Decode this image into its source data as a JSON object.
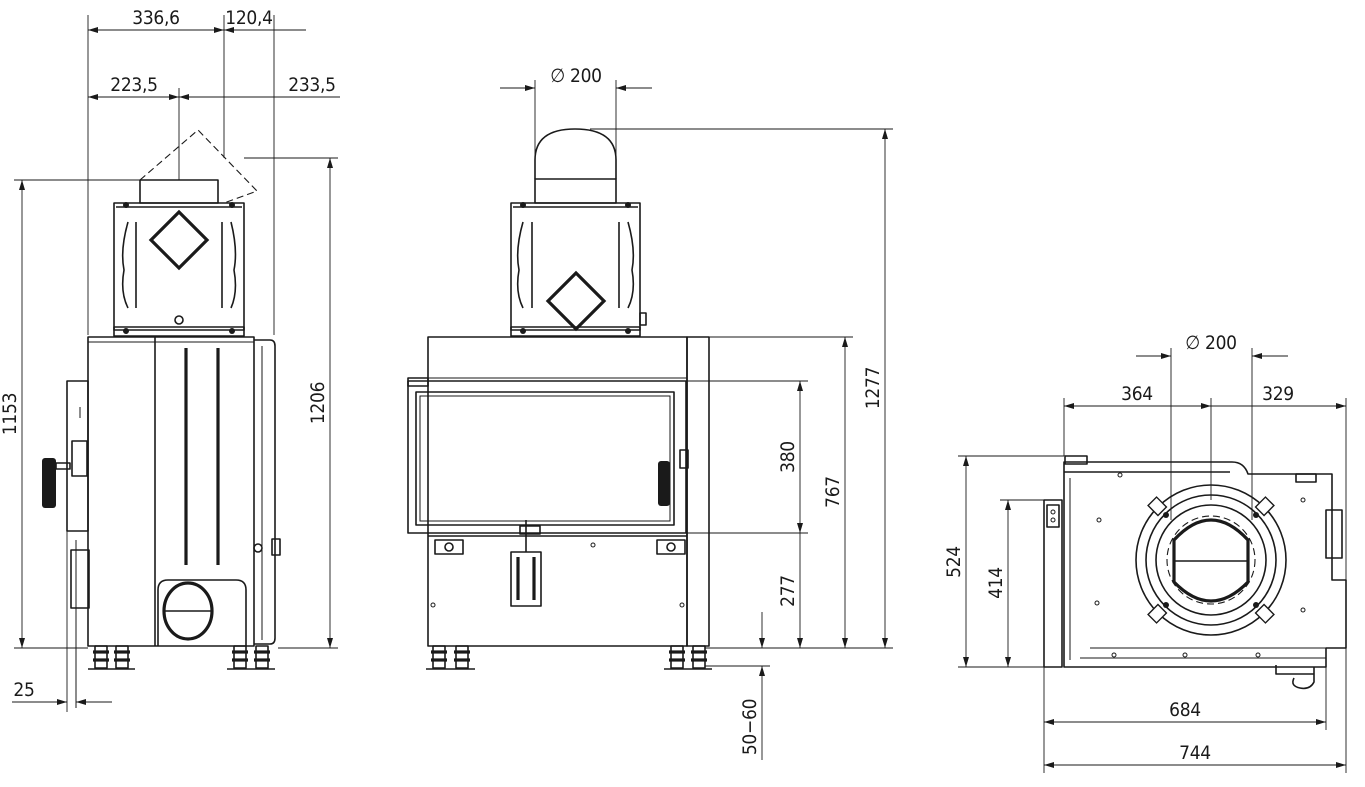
{
  "dimensions": {
    "side_view": {
      "top_left": "336,6",
      "top_right": "120,4",
      "mid_left": "223,5",
      "mid_right": "233,5",
      "height_total": "1153",
      "height_outlet": "1206",
      "foot_offset": "25"
    },
    "front_view": {
      "outlet_diameter": "∅ 200",
      "door_height": "380",
      "door_sill": "277",
      "body_height": "767",
      "total_height": "1277",
      "foot_adjust": "50−60"
    },
    "top_view": {
      "outlet_diameter": "∅ 200",
      "left_offset": "364",
      "right_offset": "329",
      "depth": "524",
      "inner_depth": "414",
      "inner_width": "684",
      "total_width": "744"
    }
  }
}
